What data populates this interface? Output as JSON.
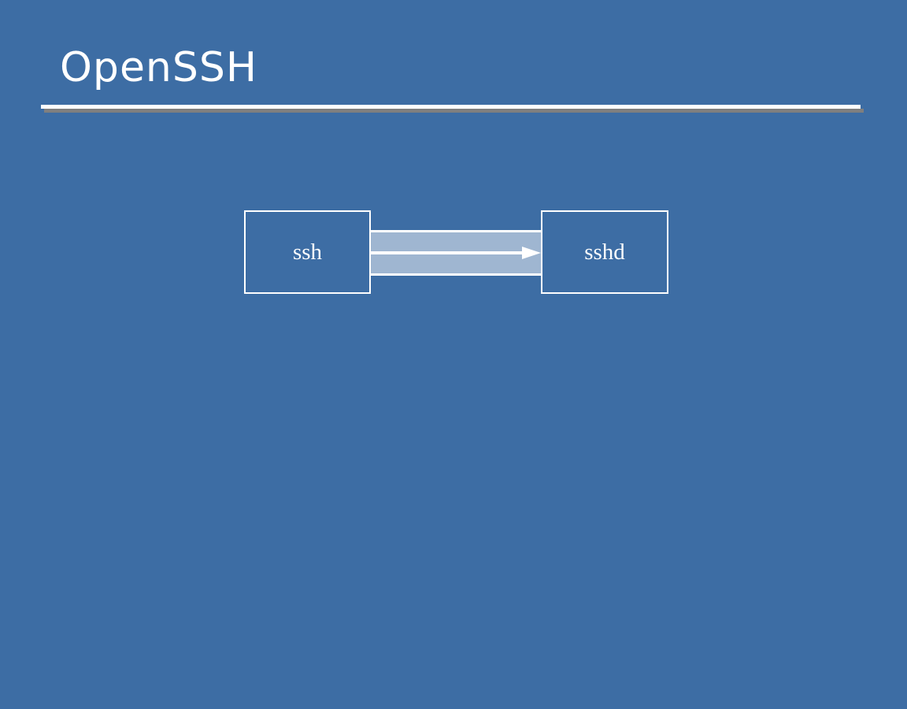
{
  "slide": {
    "title": "OpenSSH",
    "colors": {
      "background": "#3d6da4",
      "foreground": "#ffffff",
      "band": "#9fb6d1",
      "rule-shadow": "#7f7f7f"
    }
  },
  "diagram": {
    "nodes": [
      {
        "id": "ssh",
        "label": "ssh"
      },
      {
        "id": "sshd",
        "label": "sshd"
      }
    ],
    "connector": {
      "from": "ssh",
      "to": "sshd",
      "style": "band-with-arrow",
      "direction": "left-to-right"
    }
  }
}
